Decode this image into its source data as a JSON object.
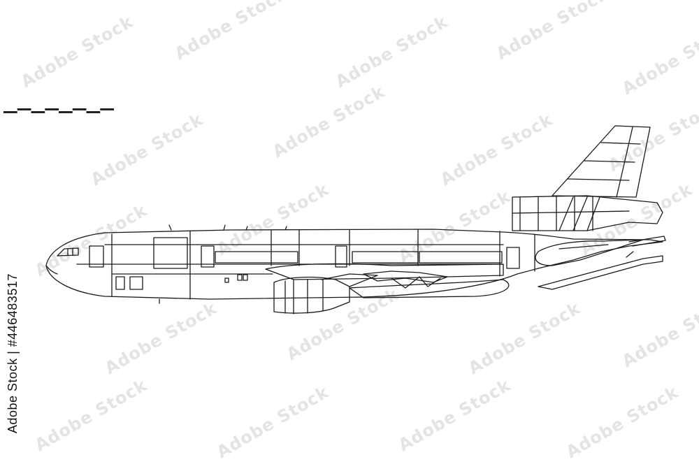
{
  "watermark": {
    "text": "Adobe Stock"
  },
  "stock_id": {
    "text": "Adobe Stock | #446483517"
  },
  "scale_bar": {
    "segments": 8
  },
  "drawing": {
    "stroke_color": "#1a1a1a",
    "background": "#ffffff"
  }
}
